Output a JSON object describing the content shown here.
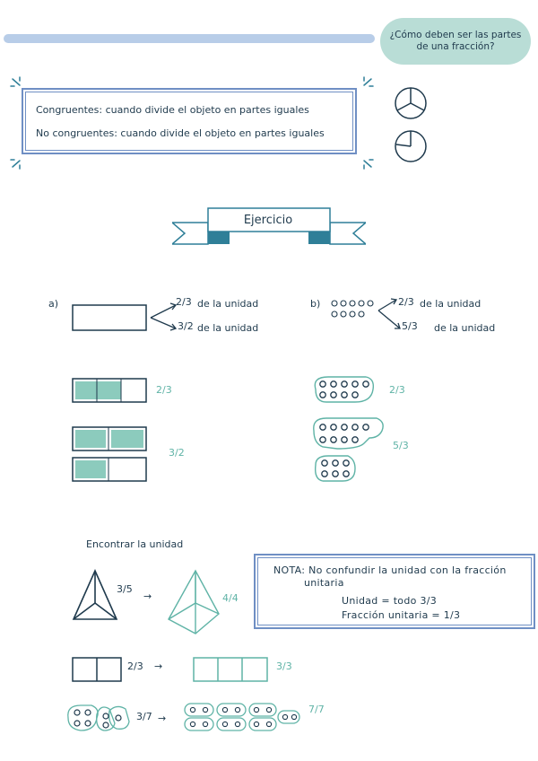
{
  "header": {
    "question": "¿Cómo deben ser las partes de una fracción?"
  },
  "definitions": {
    "congruentes": "Congruentes: cuando divide el objeto en partes iguales",
    "no_congruentes": "No congruentes: cuando divide el objeto en partes iguales"
  },
  "ribbon": {
    "title": "Ejercicio"
  },
  "exercise_a": {
    "letter": "a)",
    "option1_frac": "2/3",
    "option1_text": "de la unidad",
    "option2_frac": "3/2",
    "option2_text": "de la unidad",
    "answer1": "2/3",
    "answer2": "3/2"
  },
  "exercise_b": {
    "letter": "b)",
    "option1_frac": "2/3",
    "option1_text": "de la unidad",
    "option2_frac": "5/3",
    "option2_text": "de la unidad",
    "answer1": "2/3",
    "answer2": "5/3"
  },
  "unit_section": {
    "title": "Encontrar la unidad",
    "triangle_frac": "3/5",
    "pyramid_frac": "4/4",
    "rect_frac": "2/3",
    "rect_unit_frac": "3/3",
    "dots_frac": "3/7",
    "dots_unit_frac": "7/7",
    "arrow": "→"
  },
  "note": {
    "line1": "NOTA: No confundir la unidad con la fracción",
    "line2": "unitaria",
    "unidad": "Unidad = todo 3/3",
    "fraccion": "Fracción unitaria = 1/3"
  },
  "colors": {
    "ink": "#1f3a4d",
    "teal": "#5fb3a6",
    "blue": "#6f8fc4",
    "bar": "#b8cde8",
    "cloud": "#b9ddd6"
  }
}
